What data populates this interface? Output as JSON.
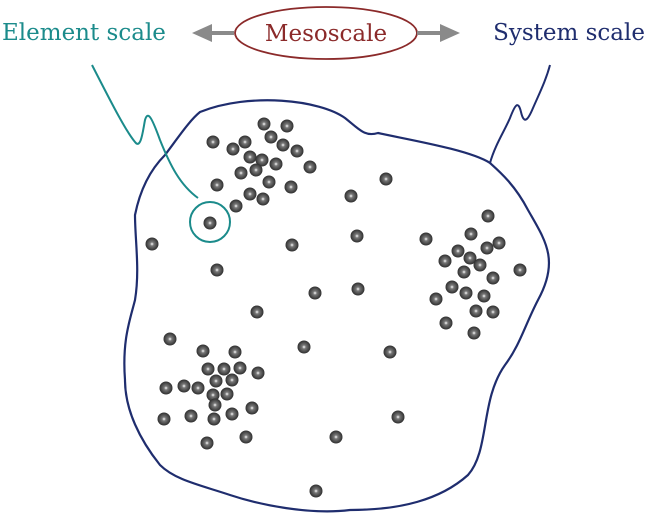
{
  "labels": {
    "element_scale": "Element scale",
    "mesoscale": "Mesoscale",
    "system_scale": "System scale"
  },
  "colors": {
    "element": "#1b8b8b",
    "mesoscale": "#8b2a2a",
    "system": "#1f2d6e",
    "arrow": "#8a8a8a",
    "particle": "#3a3a3a"
  }
}
